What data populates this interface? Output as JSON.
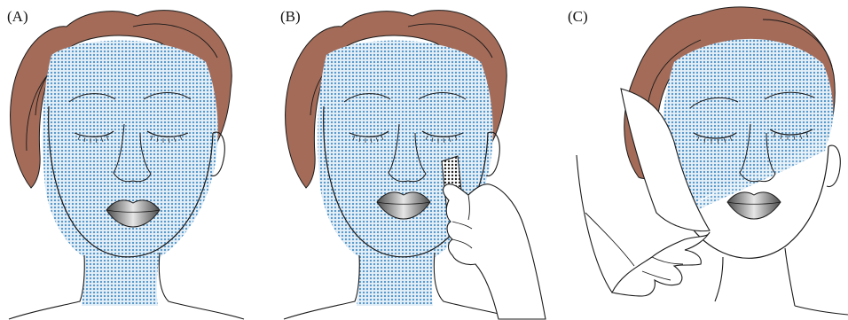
{
  "panels": [
    {
      "label": "(A)"
    },
    {
      "label": "(B)"
    },
    {
      "label": "(C)"
    }
  ],
  "colors": {
    "hair": "#a36b58",
    "mask_dot": "#4f93c9",
    "mask_bg": "#dbe9f5",
    "outline": "#1a1a1a",
    "lips_dark": "#5a5a5a",
    "lips_light": "#e4e4e4"
  }
}
